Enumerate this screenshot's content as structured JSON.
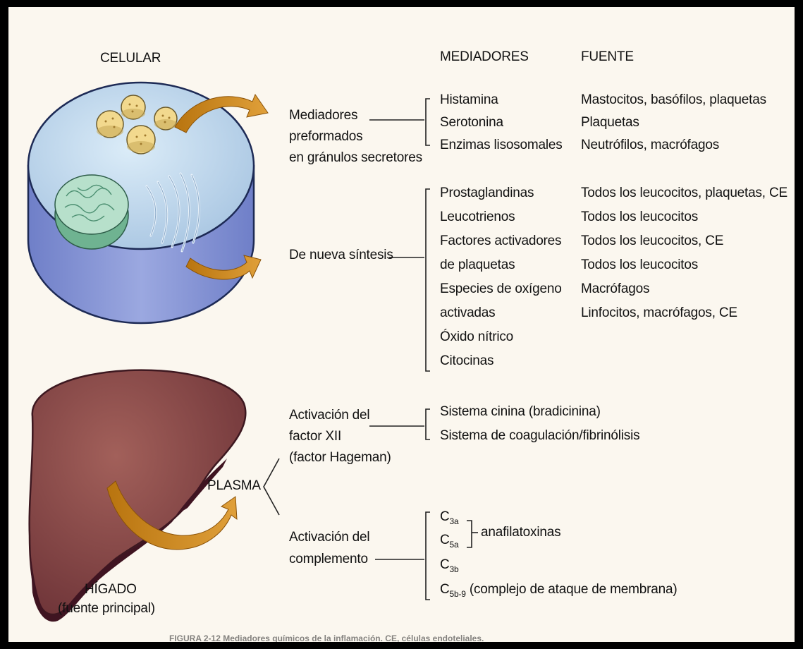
{
  "cell_section": {
    "label": "CELULAR",
    "preformed_label": [
      "Mediadores",
      "preformados",
      "en gránulos secretores"
    ],
    "new_synthesis_label": "De nueva síntesis"
  },
  "headers": {
    "mediators": "MEDIADORES",
    "source": "FUENTE"
  },
  "preformed_mediators": [
    {
      "name": "Histamina",
      "source": "Mastocitos, basófilos, plaquetas"
    },
    {
      "name": "Serotonina",
      "source": "Plaquetas"
    },
    {
      "name": "Enzimas lisosomales",
      "source": "Neutrófilos, macrófagos"
    }
  ],
  "new_synthesis_mediators": [
    {
      "name": "Prostaglandinas",
      "source": "Todos los leucocitos, plaquetas, CE"
    },
    {
      "name": "Leucotrienos",
      "source": "Todos los leucocitos"
    },
    {
      "name": "Factores activadores",
      "source": "Todos los leucocitos, CE"
    },
    {
      "name": "de plaquetas",
      "source": "Todos los leucocitos"
    },
    {
      "name": "Especies de oxígeno",
      "source": "Macrófagos"
    },
    {
      "name": "activadas",
      "source": "Linfocitos, macrófagos, CE"
    },
    {
      "name": "Óxido nítrico",
      "source": ""
    },
    {
      "name": "Citocinas",
      "source": ""
    }
  ],
  "plasma_section": {
    "plasma_label": "PLASMA",
    "liver_label": "HÍGADO",
    "liver_sub": "(fuente principal)",
    "factor_xii_label": [
      "Activación del",
      "factor XII",
      "(factor Hageman)"
    ],
    "factor_xii_items": [
      "Sistema cinina (bradicinina)",
      "Sistema de coagulación/fibrinólisis"
    ],
    "complement_label": [
      "Activación del",
      "complemento"
    ],
    "complement_items": [
      {
        "base": "C",
        "sub": "3a"
      },
      {
        "base": "C",
        "sub": "5a"
      },
      {
        "base": "C",
        "sub": "3b"
      },
      {
        "base": "C",
        "sub": "5b-9"
      }
    ],
    "anaphylatoxins_label": "anafilatoxinas",
    "mac_label": "(complejo de ataque de membrana)"
  },
  "figure_caption": "FIGURA 2-12  Mediadores químicos de la inflamación. CE, células endoteliales.",
  "colors": {
    "cell_top": "#c7dff0",
    "cell_side": "#8d9bd7",
    "nucleus": "#8ac8a8",
    "granule": "#f2d98e",
    "arrow": "#d38b1c",
    "liver": "#8d4a45",
    "liver_edge": "#4a1a24"
  }
}
